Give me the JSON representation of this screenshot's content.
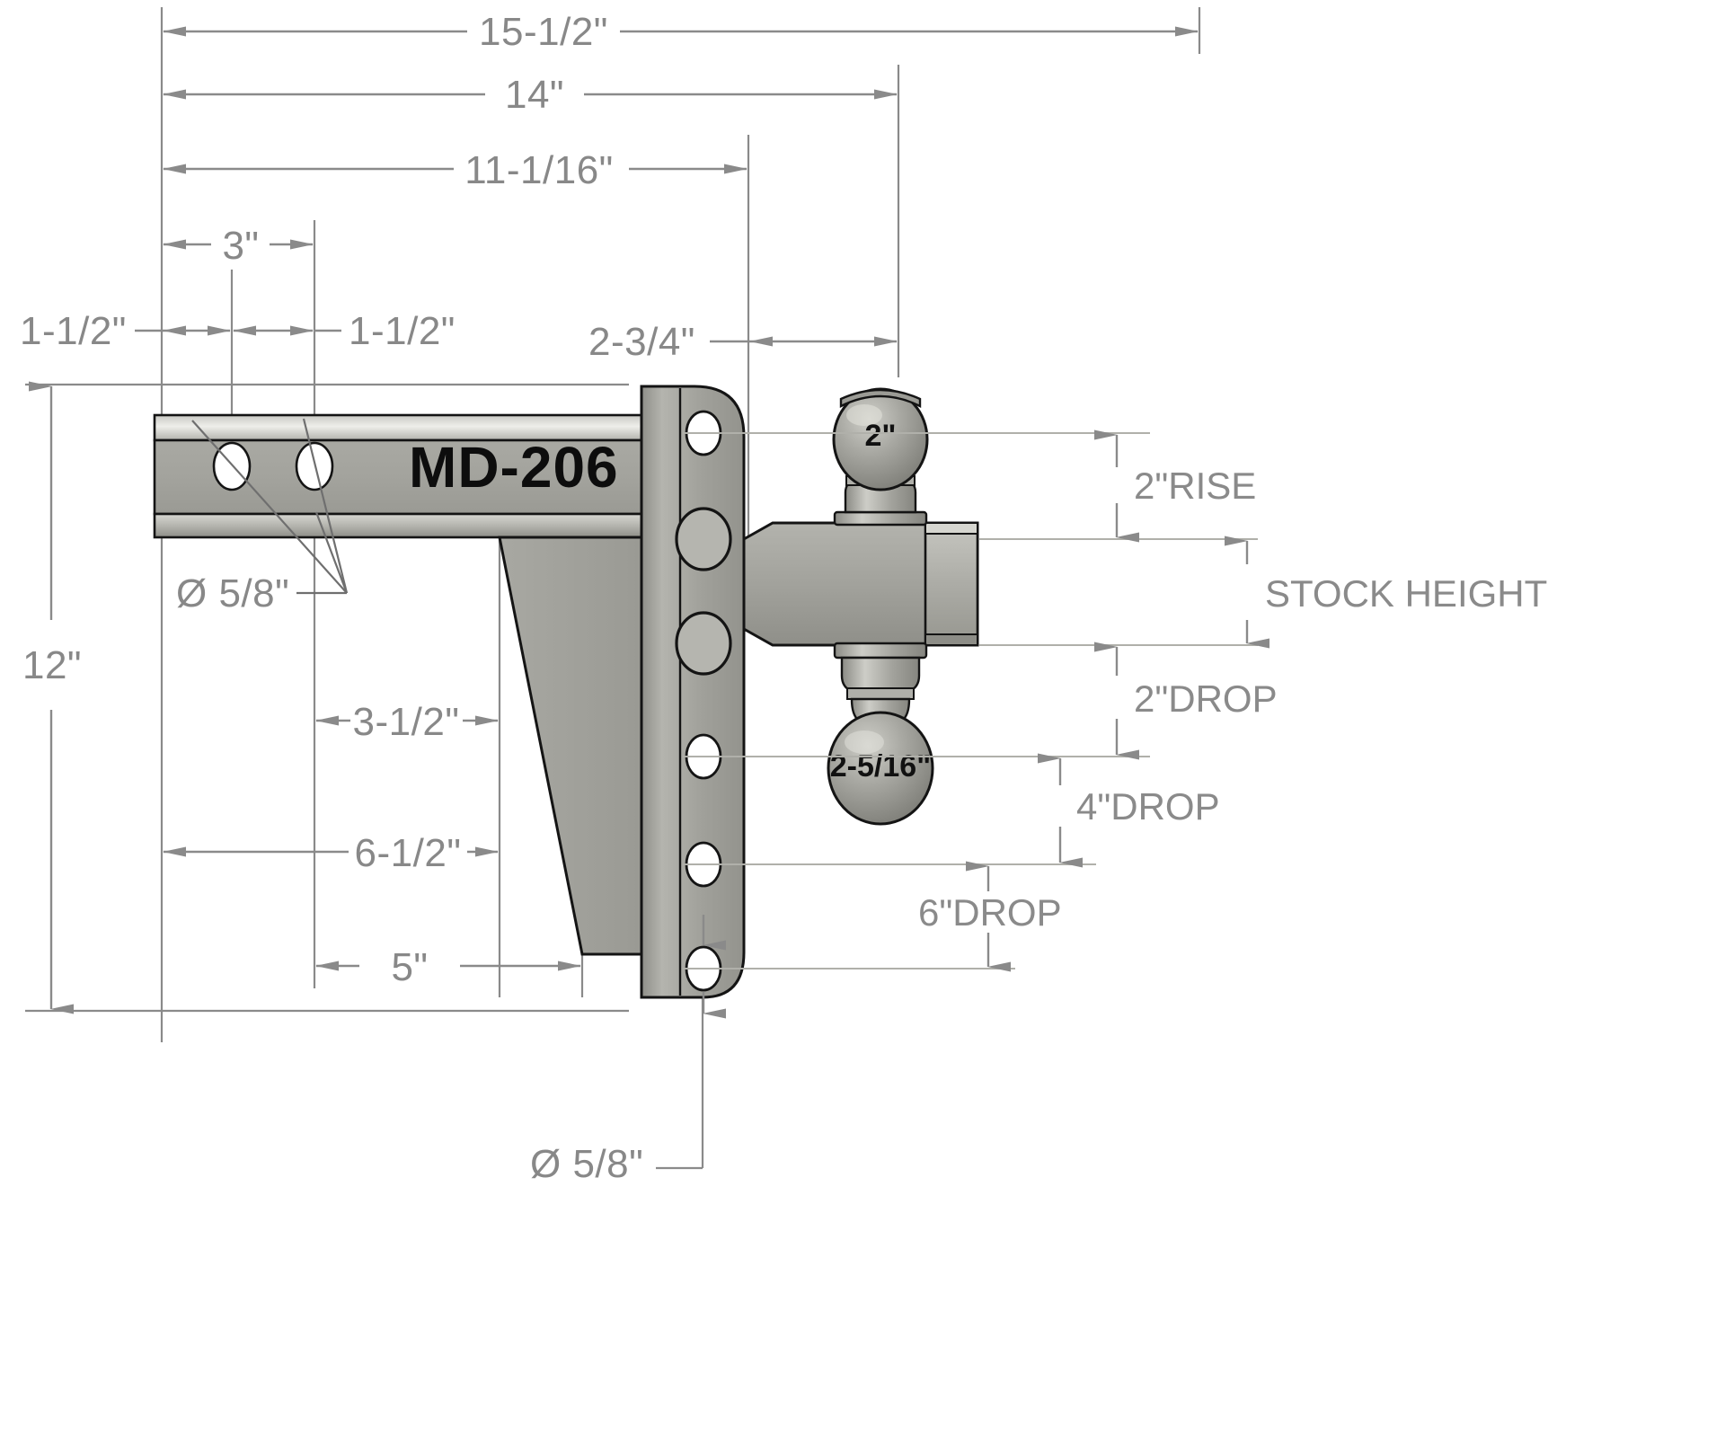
{
  "drawing": {
    "title_label": "MD-206",
    "line_color": "#8a8a8a",
    "metal_color": "#9d9d97",
    "outline_color": "#141414"
  },
  "dimensions": {
    "overall_length": "15-1/2\"",
    "length_to_plate_back": "14\"",
    "length_to_plate_front": "11-1/16\"",
    "hole_spacing": "3\"",
    "edge_to_hole_left": "1-1/2\"",
    "hole_to_edge_right": "1-1/2\"",
    "plate_thickness_offset": "2-3/4\"",
    "overall_height": "12\"",
    "shank_hole_dia_top": "Ø 5/8\"",
    "web_offset": "3-1/2\"",
    "web_base": "6-1/2\"",
    "bottom_offset": "5\"",
    "plate_hole_dia_bottom": "Ø 5/8\""
  },
  "balls": {
    "upper_ball_label": "2\"",
    "lower_ball_label": "2-5/16\""
  },
  "height_labels": {
    "rise_2": "2\"RISE",
    "stock_height": "STOCK HEIGHT",
    "drop_2": "2\"DROP",
    "drop_4": "4\"DROP",
    "drop_6": "6\"DROP"
  }
}
